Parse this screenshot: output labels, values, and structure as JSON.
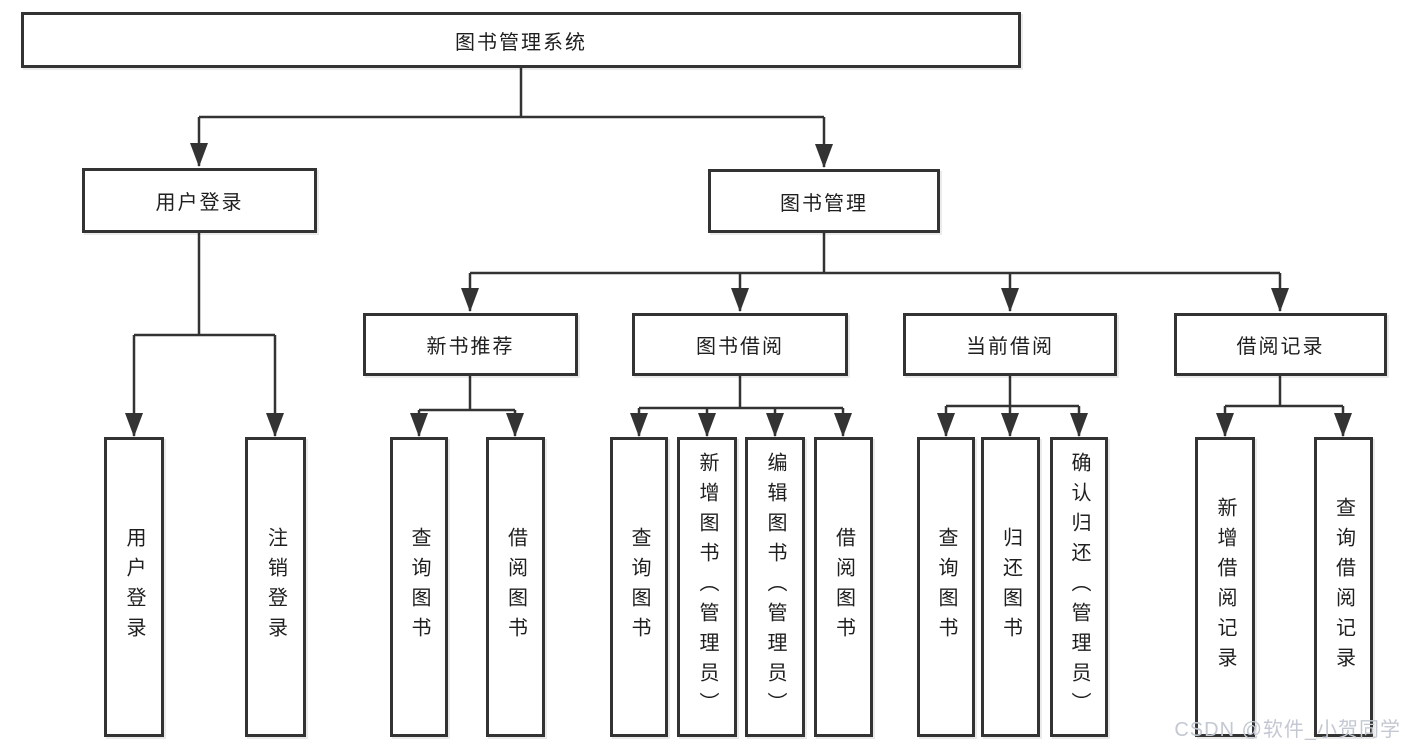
{
  "diagram": {
    "root": {
      "label": "图书管理系统"
    },
    "level2": [
      {
        "label": "用户登录"
      },
      {
        "label": "图书管理"
      }
    ],
    "level3": [
      {
        "label": "新书推荐"
      },
      {
        "label": "图书借阅"
      },
      {
        "label": "当前借阅"
      },
      {
        "label": "借阅记录"
      }
    ],
    "leaves": {
      "login": [
        {
          "label": "用户登录"
        },
        {
          "label": "注销登录"
        }
      ],
      "new_books": [
        {
          "label": "查询图书"
        },
        {
          "label": "借阅图书"
        }
      ],
      "book_borrow": [
        {
          "label": "查询图书"
        },
        {
          "label": "新增图书（管理员）"
        },
        {
          "label": "编辑图书（管理员）"
        },
        {
          "label": "借阅图书"
        }
      ],
      "current_borrow": [
        {
          "label": "查询图书"
        },
        {
          "label": "归还图书"
        },
        {
          "label": "确认归还（管理员）"
        }
      ],
      "borrow_records": [
        {
          "label": "新增借阅记录"
        },
        {
          "label": "查询借阅记录"
        }
      ]
    }
  },
  "watermark": {
    "label": "CSDN @软件_小贺同学"
  },
  "colors": {
    "line": "#333333",
    "text": "#1f1f1f",
    "box_background": "#ffffff",
    "page_background": "#ffffff",
    "watermark": "#c3c8d2"
  }
}
